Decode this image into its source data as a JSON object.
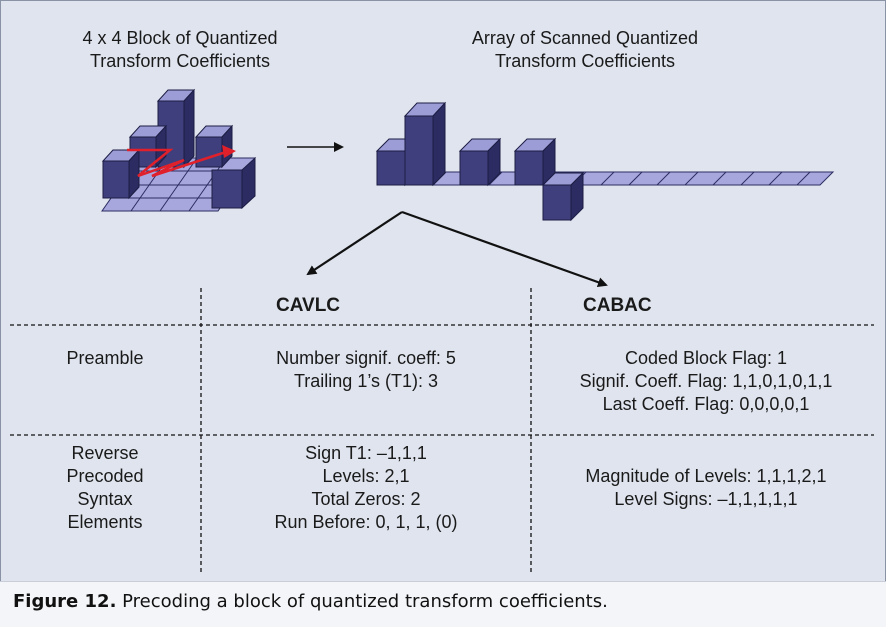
{
  "left_title": [
    "4 x 4 Block of Quantized",
    "Transform Coefficients"
  ],
  "right_title": [
    "Array of Scanned Quantized",
    "Transform Coefficients"
  ],
  "table": {
    "col_headers": [
      "CAVLC",
      "CABAC"
    ],
    "rows": [
      {
        "label": [
          "Preamble"
        ],
        "cavlc": [
          "Number signif. coeff: 5",
          "Trailing 1’s (T1): 3"
        ],
        "cabac": [
          "Coded Block Flag: 1",
          "Signif. Coeff. Flag: 1,1,0,1,0,1,1",
          "Last Coeff. Flag: 0,0,0,0,1"
        ]
      },
      {
        "label": [
          "Reverse",
          "Precoded",
          "Syntax",
          "Elements"
        ],
        "cavlc": [
          "Sign T1: –1,1,1",
          "Levels: 2,1",
          "Total Zeros: 2",
          "Run Before: 0, 1, 1, (0)"
        ],
        "cabac": [
          "Magnitude of Levels: 1,1,1,2,1",
          "Level Signs: –1,1,1,1,1"
        ]
      }
    ]
  },
  "caption": {
    "label": "Figure 12.",
    "text": "Precoding a block of quantized transform coefficients."
  },
  "colors": {
    "bar_front": "#3f3f7e",
    "bar_top": "#9c9cd6",
    "bar_side": "#2c2c62",
    "floor": "#a7a7dd",
    "scan_arrow": "#e0202a"
  }
}
